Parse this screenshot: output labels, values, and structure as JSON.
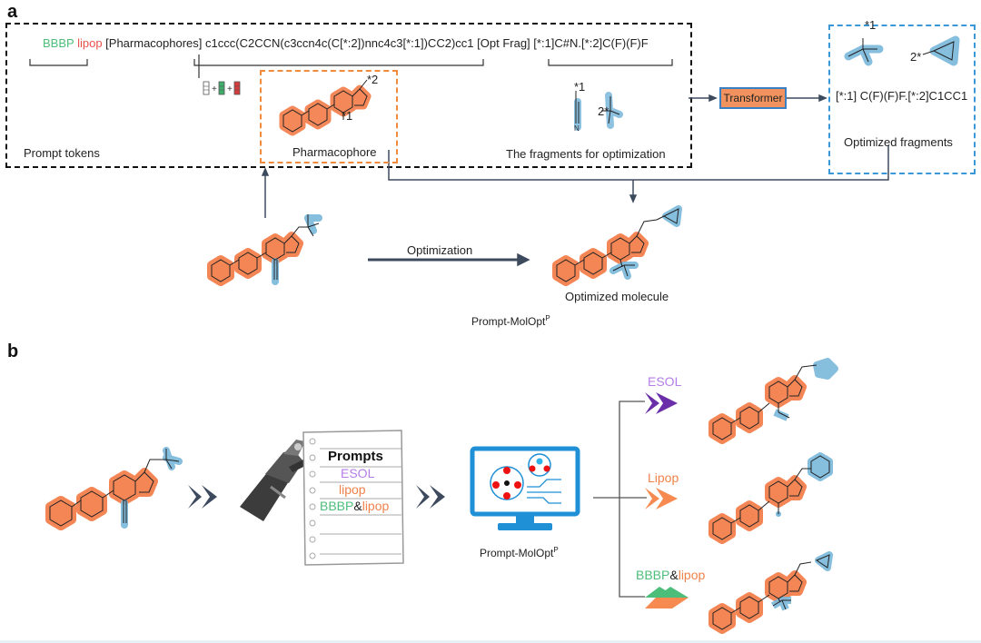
{
  "panel_a": {
    "label": "a",
    "prompt_line": {
      "tag1": "BBBP",
      "tag2": "lipop",
      "pharm_tag": "[Pharmacophores]",
      "smiles": "c1ccc(C2CCN(c3ccn4c(C[*:2])nnc4c3[*:1])CC2)cc1",
      "frag_tag": "[Opt Frag]",
      "frag_smiles": "[*:1]C#N.[*:2]C(F)(F)F"
    },
    "prompt_tokens_label": "Prompt tokens",
    "pharmacophore_label": "Pharmacophore",
    "pharm_star1": "*1",
    "pharm_star2": "*2",
    "fragments_label": "The fragments for optimization",
    "frag_star1": "*1",
    "frag_star2": "2*",
    "transformer_label": "Transformer",
    "opt_frag_star1": "*1",
    "opt_frag_star2": "2*",
    "optimized_smiles": "[*:1] C(F)(F)F.[*:2]C1CC1",
    "optimized_fragments_label": "Optimized fragments",
    "optimization_label": "Optimization",
    "optimized_molecule_label": "Optimized molecule",
    "model_name": "Prompt-MolOpt",
    "model_sup": "P"
  },
  "panel_b": {
    "label": "b",
    "prompts_title": "Prompts",
    "prompt_items": [
      {
        "parts": [
          {
            "text": "ESOL",
            "color": "#b57ee8"
          }
        ]
      },
      {
        "parts": [
          {
            "text": "lipop",
            "color": "#f0824a"
          }
        ]
      },
      {
        "parts": [
          {
            "text": "BBBP",
            "color": "#4dbd7a"
          },
          {
            "text": "&",
            "color": "#222222"
          },
          {
            "text": "lipop",
            "color": "#f0824a"
          }
        ]
      }
    ],
    "model_name": "Prompt-MolOpt",
    "model_sup": "P",
    "branches": [
      {
        "label_parts": [
          {
            "text": "ESOL",
            "color": "#b57ee8"
          }
        ],
        "arrow_color": "#6a2fa8",
        "substituent": "HN-CH3 / methylpyrazole"
      },
      {
        "label_parts": [
          {
            "text": "Lipop",
            "color": "#f0824a"
          }
        ],
        "arrow_color": "#f68a50",
        "substituent": "CH3 / benzyl"
      },
      {
        "label_parts": [
          {
            "text": "BBBP",
            "color": "#4dbd7a"
          },
          {
            "text": "&",
            "color": "#222222"
          },
          {
            "text": "lipop",
            "color": "#f0824a"
          }
        ],
        "arrow_color": "#4dbd7a",
        "substituent": "CF3 / cyclopropyl"
      }
    ]
  },
  "colors": {
    "pharmacophore_highlight": "#f47c48",
    "fragment_highlight": "#7ab7db",
    "arrow": "#3d4a5e",
    "monitor": "#1f8fd6"
  }
}
